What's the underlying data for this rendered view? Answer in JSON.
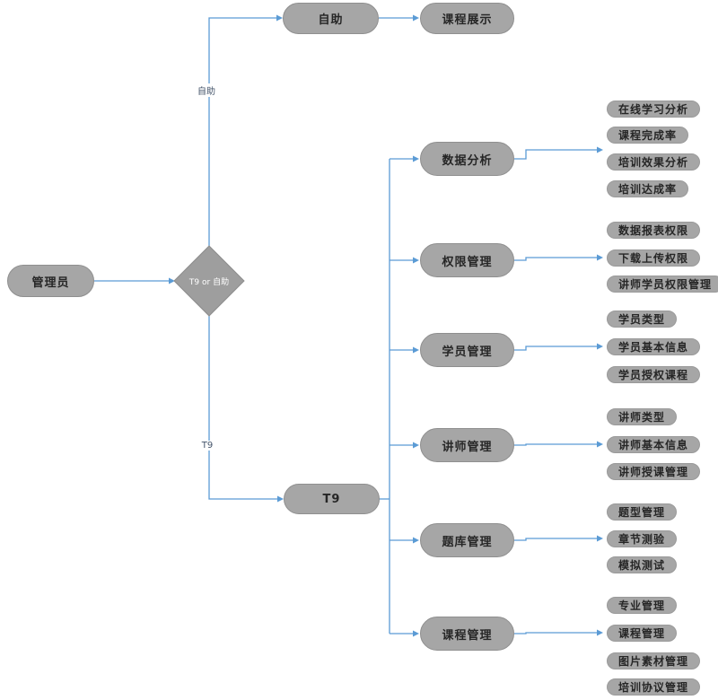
{
  "flowchart": {
    "nodes": {
      "admin": "管理员",
      "decision": "T9 or 自助",
      "self_service": "自助",
      "course_display": "课程展示",
      "t9": "T9"
    },
    "edge_labels": {
      "self_service_branch": "自助",
      "t9_branch": "T9"
    },
    "groups": [
      {
        "label": "数据分析",
        "leaves": [
          "在线学习分析",
          "课程完成率",
          "培训效果分析",
          "培训达成率"
        ]
      },
      {
        "label": "权限管理",
        "leaves": [
          "数据报表权限",
          "下载上传权限",
          "讲师学员权限管理"
        ]
      },
      {
        "label": "学员管理",
        "leaves": [
          "学员类型",
          "学员基本信息",
          "学员授权课程"
        ]
      },
      {
        "label": "讲师管理",
        "leaves": [
          "讲师类型",
          "讲师基本信息",
          "讲师授课管理"
        ]
      },
      {
        "label": "题库管理",
        "leaves": [
          "题型管理",
          "章节测验",
          "模拟测试"
        ]
      },
      {
        "label": "课程管理",
        "leaves": [
          "专业管理",
          "课程管理",
          "图片素材管理",
          "培训协议管理"
        ]
      }
    ],
    "colors": {
      "line": "#5b9bd5",
      "node_fill": "#a6a6a6",
      "node_border": "#8f8f8f",
      "diamond_fill": "#9e9e9e",
      "edge_label_text": "#44546a"
    }
  }
}
